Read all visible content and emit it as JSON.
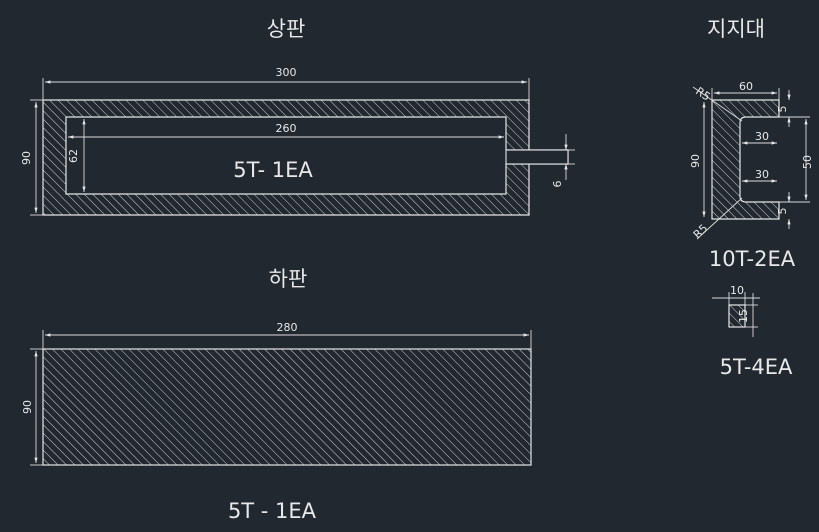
{
  "colors": {
    "background": "#212830",
    "line": "#e6e6e6"
  },
  "upper_plate": {
    "title": "상판",
    "dims": {
      "outer_width": "300",
      "inner_width": "260",
      "outer_height": "90",
      "inner_height": "62",
      "slot": "6"
    },
    "spec": "5T- 1EA"
  },
  "lower_plate": {
    "title": "하판",
    "dims": {
      "width": "280",
      "height": "90"
    },
    "spec": "5T - 1EA"
  },
  "support": {
    "title": "지지대",
    "dims": {
      "top": "60",
      "height": "90",
      "inner_top": "30",
      "inner_bottom": "30",
      "inner_height": "50",
      "lip_top": "5",
      "lip_bottom": "5",
      "r_top": "R5",
      "r_bottom": "R5"
    },
    "spec": "10T-2EA"
  },
  "block": {
    "dims": {
      "width": "10",
      "height": "15"
    },
    "spec": "5T-4EA"
  }
}
